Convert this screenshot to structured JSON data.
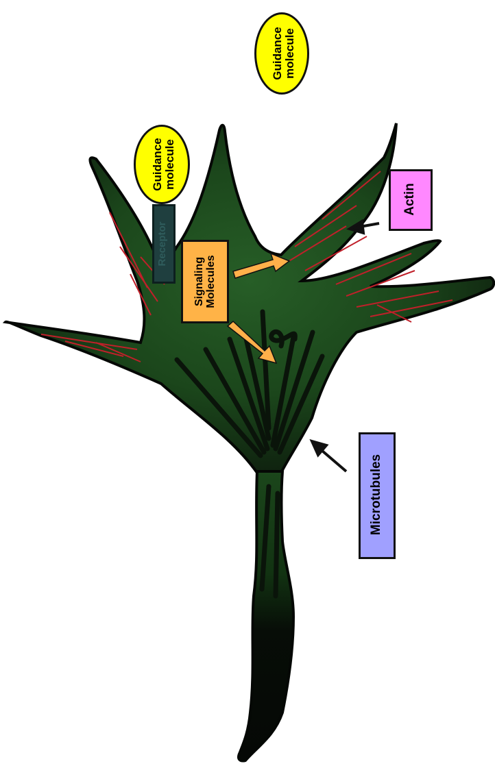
{
  "labels": {
    "guidance_top_line1": "Guidance",
    "guidance_top_line2": "molecule",
    "guidance_left_line1": "Guidance",
    "guidance_left_line2": "molecule",
    "receptor": "Receptor",
    "signaling_line1": "Signaling",
    "signaling_line2": "Molecules",
    "actin": "Actin",
    "microtubules": "Microtubules"
  },
  "colors": {
    "guidance_fill": "#ffff00",
    "receptor_fill": "#1f3f3f",
    "receptor_text": "#2a5454",
    "signaling_fill": "#ffb347",
    "actin_fill": "#ff88ff",
    "microtubules_fill": "#a0a0ff",
    "growth_cone_dark": "#0a120a",
    "growth_cone_green": "#1e4a1e",
    "actin_filament": "#c0202a",
    "arrow_orange": "#ffb04a"
  }
}
